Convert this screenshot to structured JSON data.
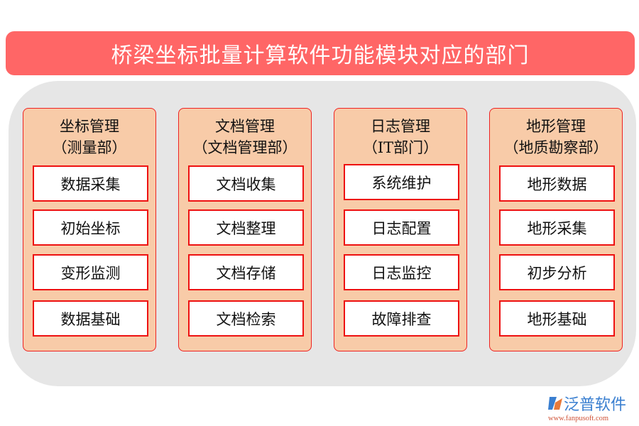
{
  "title": "桥梁坐标批量计算软件功能模块对应的部门",
  "columns": [
    {
      "name": "坐标管理",
      "dept": "（测量部）",
      "items": [
        "数据采集",
        "初始坐标",
        "变形监测",
        "数据基础"
      ]
    },
    {
      "name": "文档管理",
      "dept": "（文档管理部）",
      "items": [
        "文档收集",
        "文档整理",
        "文档存储",
        "文档检索"
      ]
    },
    {
      "name": "日志管理",
      "dept": "（IT部门）",
      "items": [
        "系统维护",
        "日志配置",
        "日志监控",
        "故障排查"
      ]
    },
    {
      "name": "地形管理",
      "dept": "（地质勘察部）",
      "items": [
        "地形数据",
        "地形采集",
        "初步分析",
        "地形基础"
      ]
    }
  ],
  "logo": {
    "brand": "泛普软件",
    "url": "www.fanpusoft.com"
  },
  "colors": {
    "title_bg": "#ff6666",
    "panel_bg": "#e6e6e6",
    "column_bg": "#f8cba8",
    "border": "#ee1111"
  }
}
